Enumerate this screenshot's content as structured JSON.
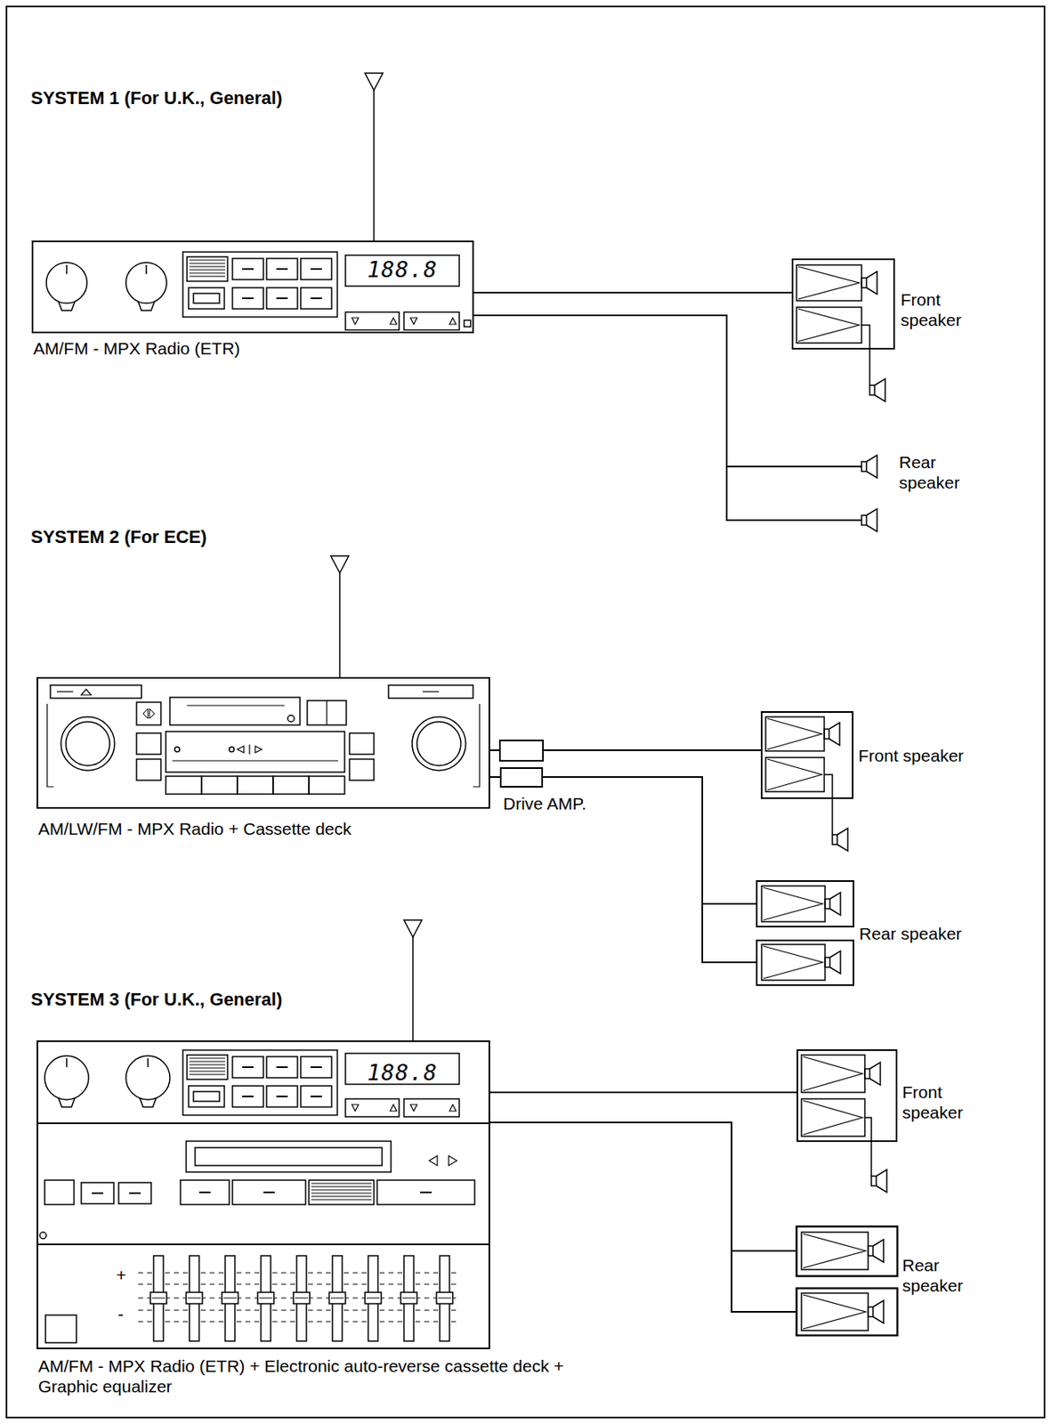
{
  "diagram": {
    "nodes": [
      {
        "text": [
          "AM/FM - MPX Radio (ETR)"
        ]
      },
      {
        "text": [
          "Front speaker"
        ]
      },
      {
        "text": [
          "AM/LW/FM - MPX Radio + Cassette deck"
        ]
      },
      {
        "text": [
          "Drive AMP."
        ]
      },
      {
        "text": [
          "Front speaker"
        ]
      },
      {
        "text": [
          "AM/FM - MPX Radio (ETR) + Electronic auto-reverse cassette deck + Graphic equalizer"
        ]
      },
      {
        "text": [
          "Front speaker"
        ]
      }
    ],
    "edges": [
      {
        "from": 0,
        "to": 1,
        "arrow": "none"
      },
      {
        "from": 2,
        "to": 3,
        "arrow": "none"
      },
      {
        "from": 5,
        "to": 6,
        "arrow": "none"
      }
    ],
    "labels": [
      "SYSTEM 1 (For U.K., General)",
      "188.8",
      "Rear speaker",
      "SYSTEM 2 (For ECE)",
      "Rear speaker",
      "SYSTEM 3 (For U.K., General)",
      "188.8",
      "+",
      "-",
      "Rear speaker"
    ]
  }
}
